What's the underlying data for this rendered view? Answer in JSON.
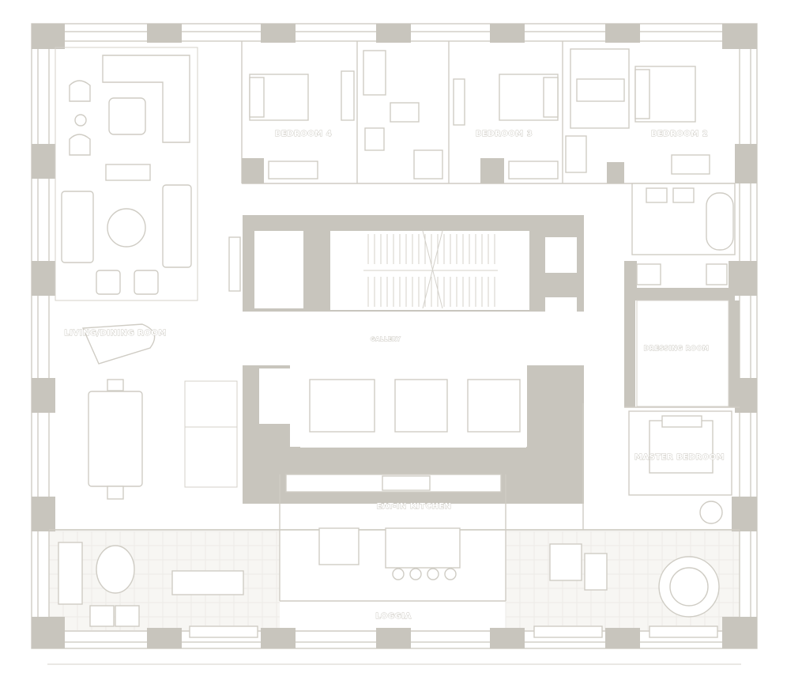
{
  "colors": {
    "wall": "#c8c5bd",
    "line": "#cfccc4",
    "background": "#ffffff"
  },
  "rooms": {
    "living_dining": {
      "name": "LIVING/DINING ROOM",
      "dims": ""
    },
    "bedroom_4": {
      "name": "BEDROOM 4",
      "dims": ""
    },
    "bedroom_3": {
      "name": "BEDROOM 3",
      "dims": ""
    },
    "bedroom_2": {
      "name": "BEDROOM 2",
      "dims": ""
    },
    "gallery": {
      "name": "GALLERY",
      "dims": ""
    },
    "dressing_room": {
      "name": "DRESSING ROOM",
      "dims": ""
    },
    "master_bedroom": {
      "name": "MASTER BEDROOM",
      "dims": ""
    },
    "eatin_kitchen": {
      "name": "EAT-IN KITCHEN",
      "dims": ""
    },
    "loggia": {
      "name": "LOGGIA"
    }
  },
  "scale_label": ""
}
